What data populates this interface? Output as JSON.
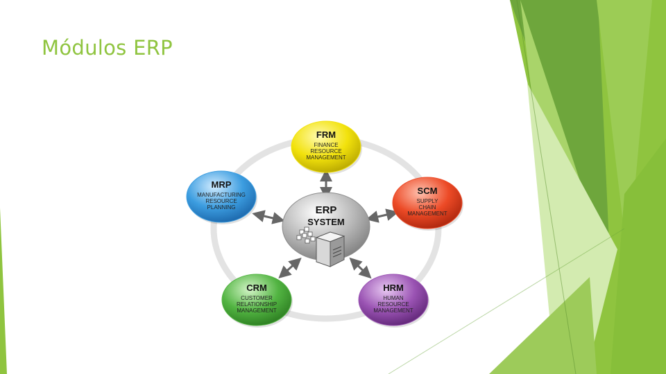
{
  "slide": {
    "title": "Módulos ERP"
  },
  "diagram": {
    "center": {
      "line1": "ERP",
      "line2": "SYSTEM",
      "color": "#b9b9b9"
    },
    "modules": [
      {
        "id": "frm",
        "abbr": "FRM",
        "lines": [
          "FINANCE",
          "RESOURCE",
          "MANAGEMENT"
        ],
        "color": "#f2e20c"
      },
      {
        "id": "scm",
        "abbr": "SCM",
        "lines": [
          "SUPPLY",
          "CHAIN",
          "MANAGEMENT"
        ],
        "color": "#ec4a26"
      },
      {
        "id": "hrm",
        "abbr": "HRM",
        "lines": [
          "HUMAN",
          "RESOURCE",
          "MANAGEMENT"
        ],
        "color": "#9a53b3"
      },
      {
        "id": "crm",
        "abbr": "CRM",
        "lines": [
          "CUSTOMER",
          "RELATIONSHIP",
          "MANAGEMENT"
        ],
        "color": "#52b442"
      },
      {
        "id": "mrp",
        "abbr": "MRP",
        "lines": [
          "MANUFACTURING",
          "RESOURCE",
          "PLANNING"
        ],
        "color": "#3c9de0"
      }
    ]
  },
  "theme": {
    "accent": "#8fc43f",
    "green_dark": "#6aa53a",
    "green_light": "#c9e59b"
  }
}
